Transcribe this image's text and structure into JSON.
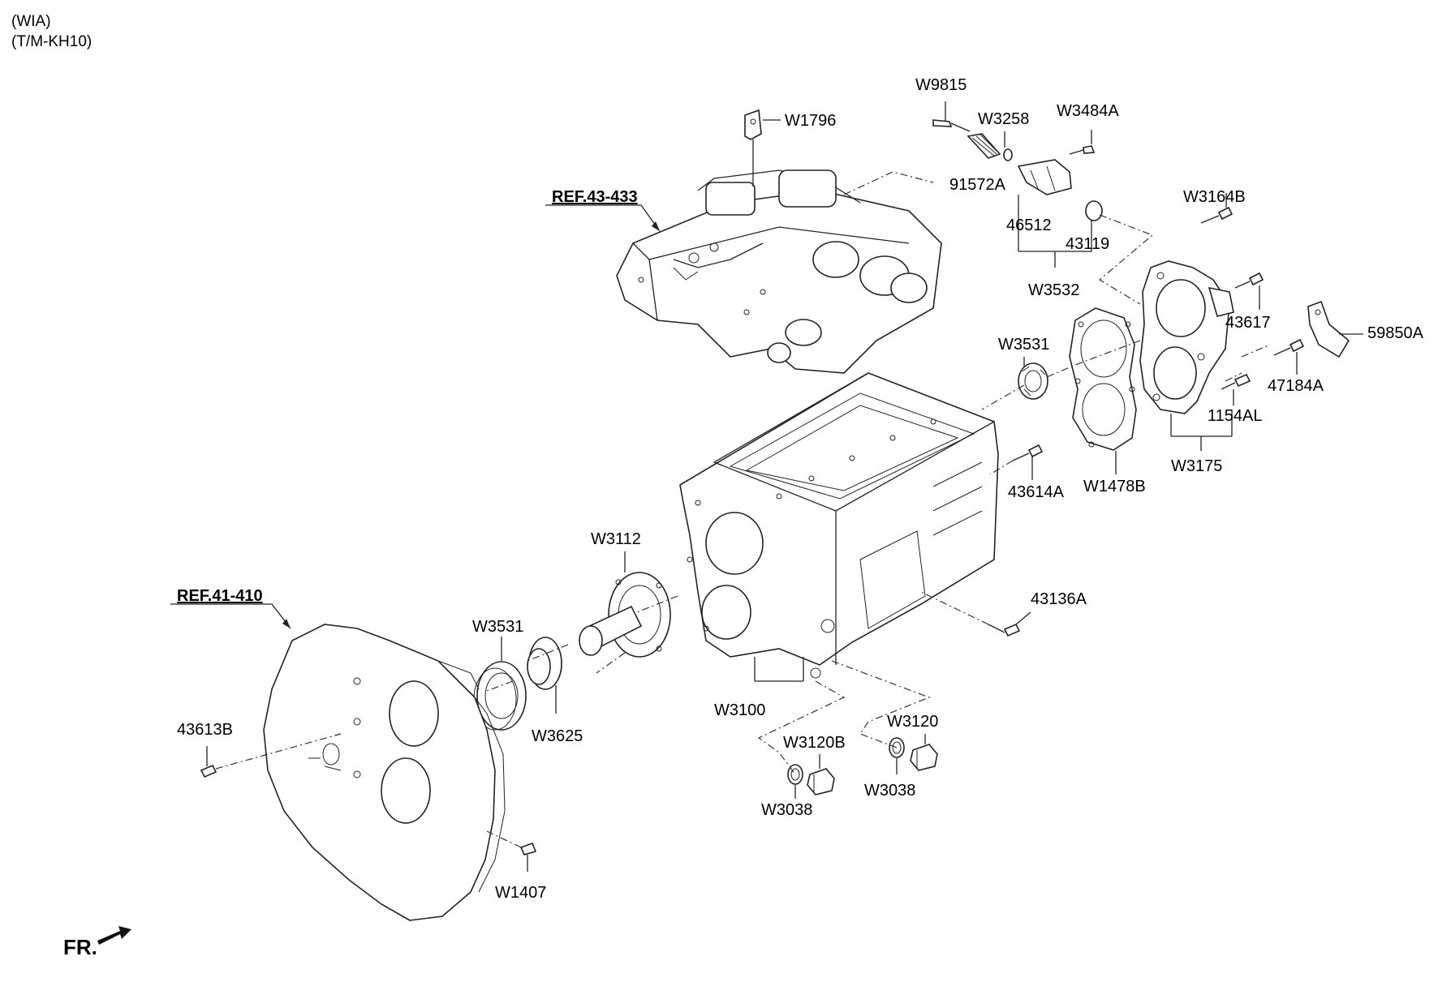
{
  "header": {
    "line1": "(WIA)",
    "line2": "(T/M-KH10)"
  },
  "refs": {
    "ref_43_433": "REF.43-433",
    "ref_41_410": "REF.41-410"
  },
  "labels": {
    "W9815": "W9815",
    "W1796": "W1796",
    "W3258": "W3258",
    "W3484A": "W3484A",
    "91572A": "91572A",
    "W3164B": "W3164B",
    "46512": "46512",
    "43119": "43119",
    "W3532": "W3532",
    "43617": "43617",
    "59850A": "59850A",
    "W3531_top": "W3531",
    "47184A": "47184A",
    "1154AL": "1154AL",
    "W3175": "W3175",
    "W1478B": "W1478B",
    "43614A": "43614A",
    "W3112": "W3112",
    "43136A": "43136A",
    "W3531_bottom": "W3531",
    "W3100": "W3100",
    "W3120": "W3120",
    "W3120B": "W3120B",
    "43613B": "43613B",
    "W3625": "W3625",
    "W3038_left": "W3038",
    "W3038_right": "W3038",
    "W1407": "W1407"
  },
  "footer": {
    "fr": "FR."
  }
}
